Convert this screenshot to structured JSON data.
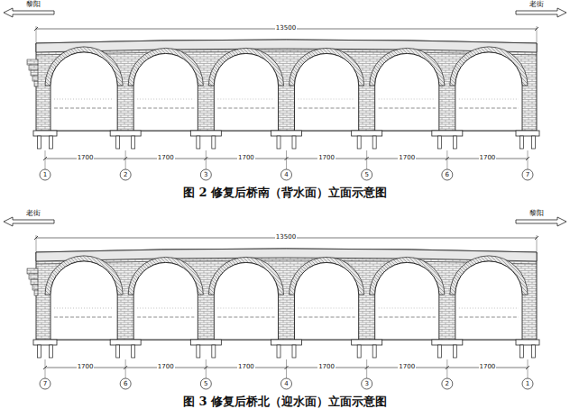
{
  "diagram": {
    "labels": [
      "黎阳",
      "老街",
      "13500",
      "1700",
      "1700",
      "1700",
      "1700",
      "1700",
      "1700",
      "1",
      "2",
      "3",
      "4",
      "5",
      "6",
      "7",
      "图 2  修复后桥南（背水面）立面示意图",
      "老街",
      "黎阳",
      "13500",
      "1700",
      "1700",
      "1700",
      "1700",
      "1700",
      "1700",
      "7",
      "6",
      "5",
      "4",
      "3",
      "2",
      "1",
      "图 3   修复后桥北（迎水面）立面示意图"
    ]
  }
}
